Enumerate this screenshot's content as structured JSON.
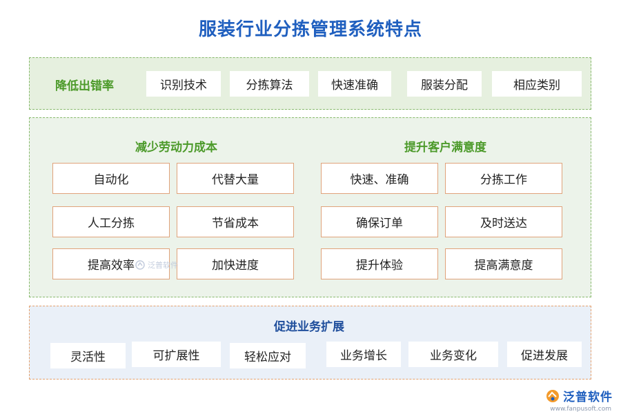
{
  "title": "服装行业分拣管理系统特点",
  "section1": {
    "heading": "降低出错率",
    "items": [
      "识别技术",
      "分拣算法",
      "快速准确",
      "服装分配",
      "相应类别"
    ]
  },
  "section2": {
    "left": {
      "heading": "减少劳动力成本",
      "items": [
        "自动化",
        "代替大量",
        "人工分拣",
        "节省成本",
        "提高效率",
        "加快进度"
      ]
    },
    "right": {
      "heading": "提升客户满意度",
      "items": [
        "快速、准确",
        "分拣工作",
        "确保订单",
        "及时送达",
        "提升体验",
        "提高满意度"
      ]
    }
  },
  "section3": {
    "heading": "促进业务扩展",
    "items": [
      "灵活性",
      "可扩展性",
      "轻松应对",
      "业务增长",
      "业务变化",
      "促进发展"
    ]
  },
  "watermark": "泛普软件",
  "logo": {
    "name": "泛普软件",
    "url": "www.fanpusoft.com"
  },
  "colors": {
    "title": "#1f5fbf",
    "green_heading": "#4c9a2a",
    "blue_heading": "#1f4e9c",
    "box_border": "#e0a27a"
  }
}
